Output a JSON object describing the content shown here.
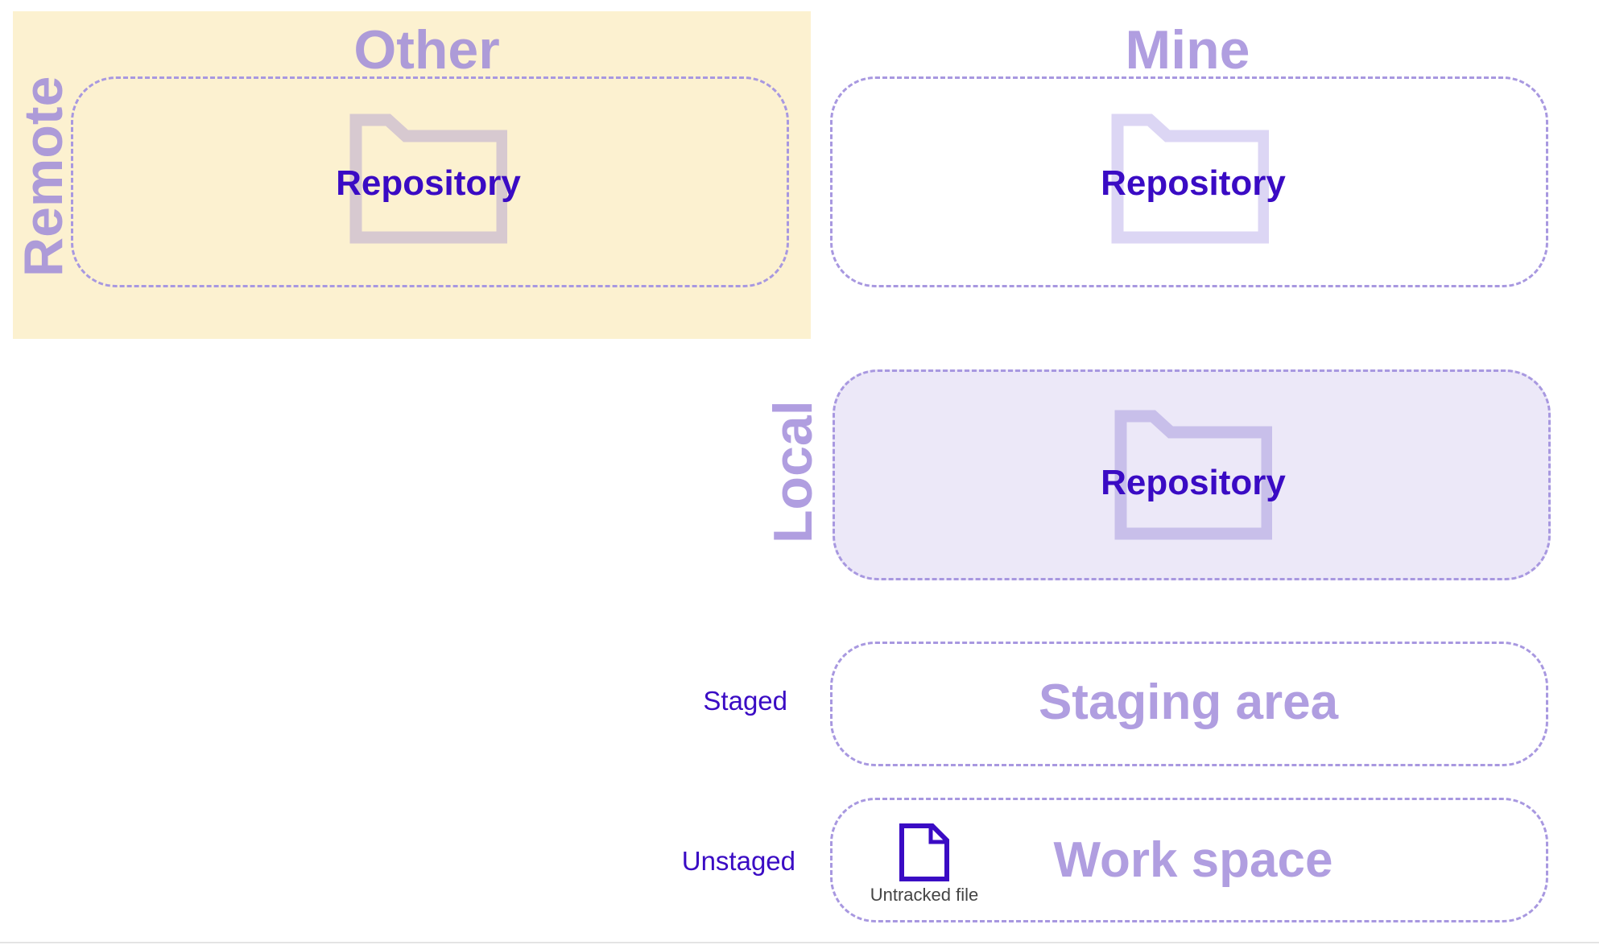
{
  "colors": {
    "remote_other_background": "#fcf1d0",
    "dashed_border": "#a898e0",
    "heading_lavender": "#b09ee0",
    "repository_text": "#3a0bc4",
    "local_box_fill": "#ece8f8"
  },
  "columns": {
    "other": "Other",
    "mine": "Mine"
  },
  "rows": {
    "remote": "Remote",
    "local": "Local"
  },
  "repositories": {
    "remote_other": {
      "label": "Repository",
      "icon": "folder-icon"
    },
    "remote_mine": {
      "label": "Repository",
      "icon": "folder-icon"
    },
    "local_mine": {
      "label": "Repository",
      "icon": "folder-icon"
    }
  },
  "areas": {
    "staging": {
      "label": "Staging area",
      "side_label": "Staged"
    },
    "workspace": {
      "label": "Work space",
      "side_label": "Unstaged",
      "file": {
        "label": "Untracked file",
        "icon": "document-icon"
      }
    }
  }
}
